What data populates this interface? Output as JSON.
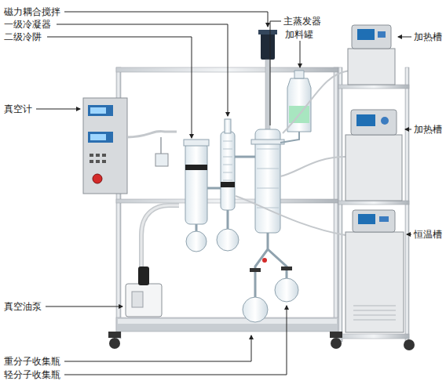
{
  "diagram": {
    "labels": [
      "磁力耦合搅拌",
      "一级冷凝器",
      "二级冷阱",
      "真空计",
      "主蒸发器",
      "加料罐",
      "加热槽",
      "加热槽",
      "恒温槽",
      "真空油泵",
      "重分子收集瓶",
      "轻分子收集瓶"
    ]
  }
}
